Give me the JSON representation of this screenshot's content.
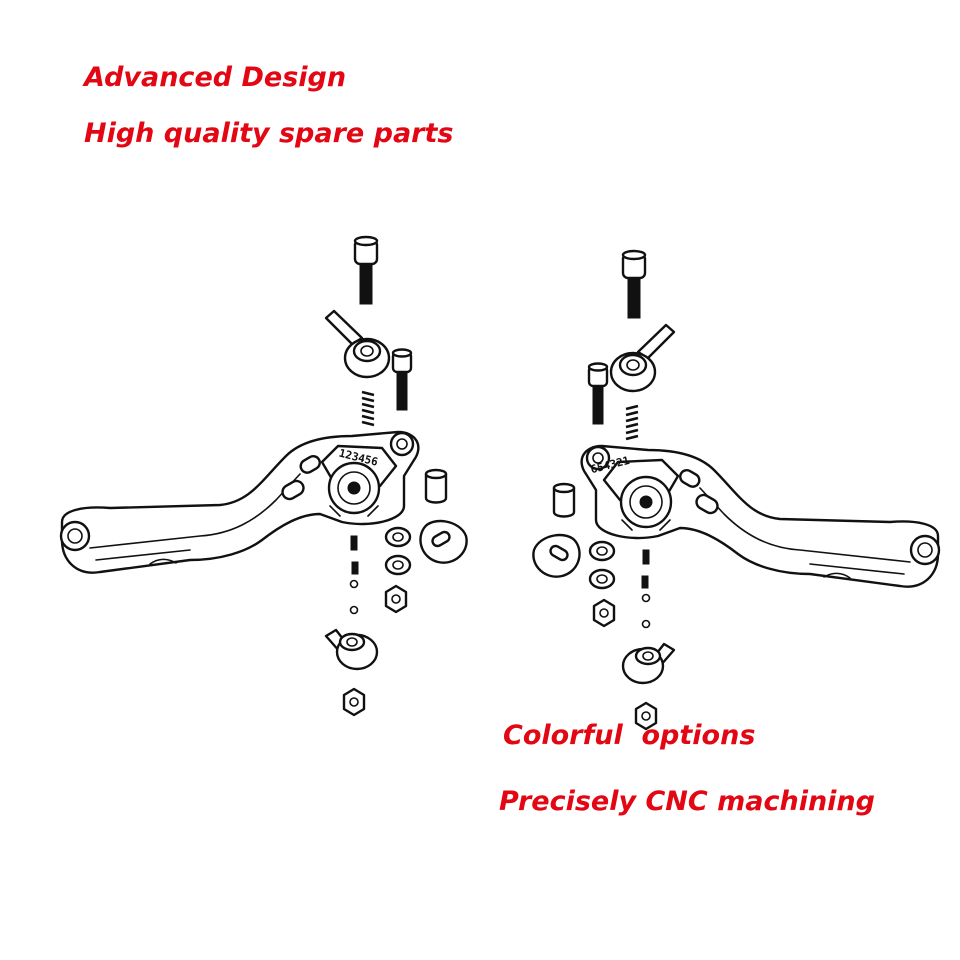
{
  "captions": {
    "line1": "Advanced Design",
    "line2": "High quality spare parts",
    "line3": "Colorful  options",
    "line4": "Precisely CNC machining"
  },
  "lever_left": {
    "adjuster_numbers": "123456"
  },
  "lever_right": {
    "adjuster_numbers": "654321"
  },
  "colors": {
    "caption": "#e30613",
    "line": "#111111",
    "background": "#ffffff"
  }
}
